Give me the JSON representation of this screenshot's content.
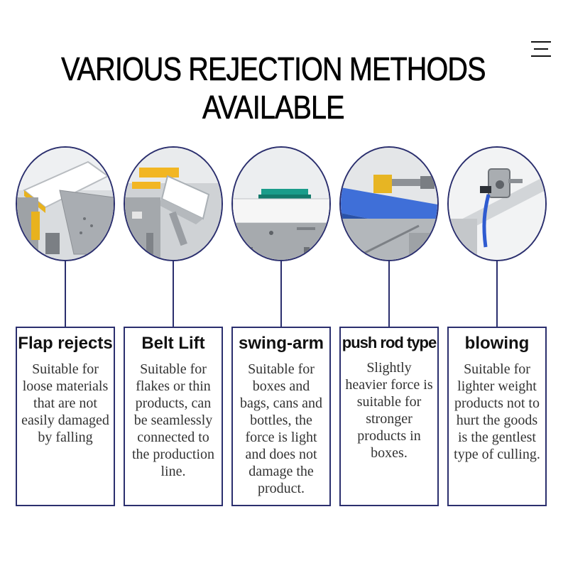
{
  "page": {
    "title": "VARIOUS REJECTION METHODS AVAILABLE",
    "accent_color": "#2b2f6e"
  },
  "header": {
    "menu_icon": "hamburger-menu-icon"
  },
  "methods": [
    {
      "title": "Flap rejects",
      "description": "Suitable for loose materials that are not easily damaged by falling",
      "image": "flap-reject-machine"
    },
    {
      "title": "Belt Lift",
      "description": "Suitable for flakes or thin products, can be seamlessly connected to the production line.",
      "image": "belt-lift-machine"
    },
    {
      "title": "swing-arm",
      "description": "Suitable for boxes and bags, cans and bottles, the force is light and does not damage the product.",
      "image": "swing-arm-machine"
    },
    {
      "title": "push rod type",
      "description": "Slightly heavier force is suitable for stronger products in boxes.",
      "image": "push-rod-machine"
    },
    {
      "title": "blowing",
      "description": "Suitable for lighter weight products not to hurt the goods is the gentlest type of culling.",
      "image": "air-blowing-nozzle"
    }
  ]
}
